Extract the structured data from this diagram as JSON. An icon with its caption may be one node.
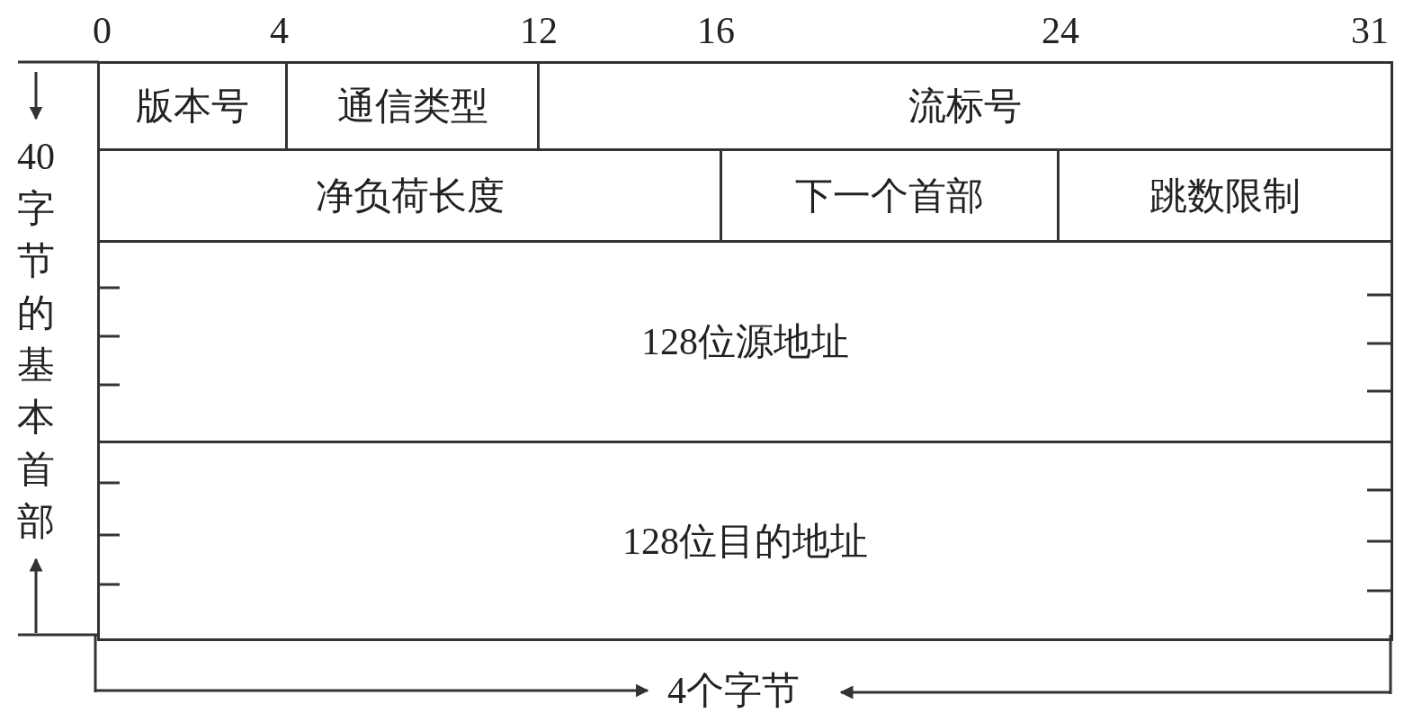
{
  "diagram": {
    "nodes": [
      {
        "text": [
          "版本号"
        ]
      },
      {
        "text": [
          "通信类型"
        ]
      },
      {
        "text": [
          "流标号"
        ]
      },
      {
        "text": [
          "净负荷长度"
        ]
      },
      {
        "text": [
          "下一个首部"
        ]
      },
      {
        "text": [
          "跳数限制"
        ]
      },
      {
        "text": [
          "128位源地址"
        ]
      },
      {
        "text": [
          "128位目的地址"
        ]
      }
    ],
    "edges": [],
    "labels": [
      "0",
      "4",
      "12",
      "16",
      "24",
      "31",
      "40字节的基本首部",
      "4个字节"
    ]
  }
}
